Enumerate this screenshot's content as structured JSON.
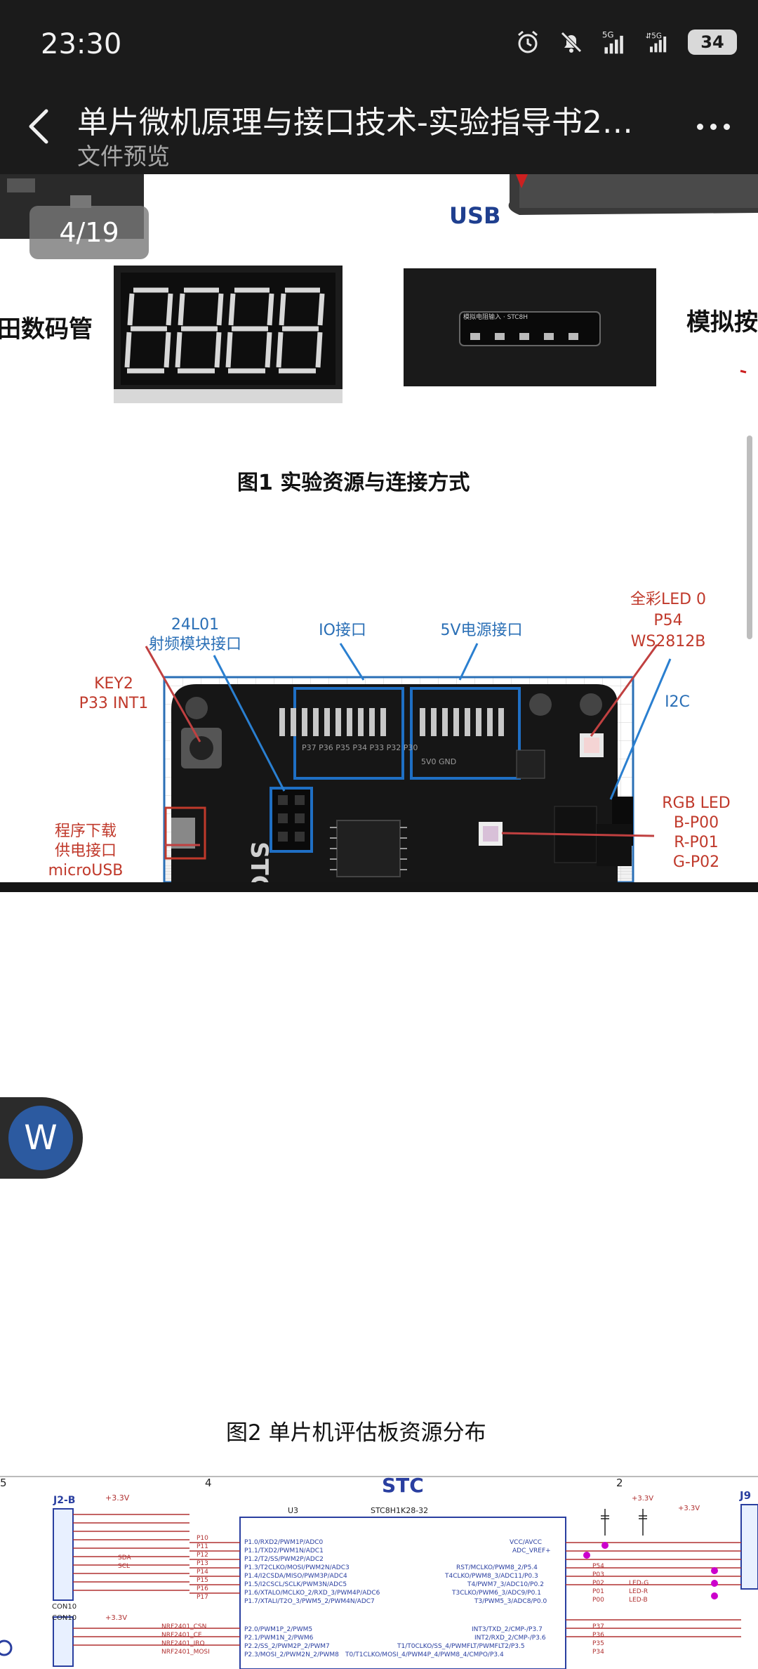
{
  "status": {
    "time": "23:30",
    "battery": "34",
    "signal1": "5G",
    "signal2": "5G"
  },
  "header": {
    "title": "单片微机原理与接口技术-实验指导书2…",
    "subtitle": "文件预览"
  },
  "document": {
    "page_indicator": "4/19",
    "fig1_labels": {
      "usb": "USB",
      "seg_left": "田数码管",
      "analog_right": "模拟按"
    },
    "fig1_caption": "图1  实验资源与连接方式",
    "board_labels": {
      "module": "24L01",
      "module2": "射频模块接口",
      "io": "IO接口",
      "power": "5V电源接口",
      "led": "全彩LED 0",
      "led2": "P54",
      "led3": "WS2812B",
      "key": "KEY2",
      "key2": "P33 INT1",
      "i2c": "I2C",
      "download": "程序下载",
      "download2": "供电接口",
      "download3": "microUSB",
      "rgb": "RGB LED",
      "rgb_b": "B-P00",
      "rgb_r": "R-P01",
      "rgb_g": "G-P02"
    },
    "fig2_caption": "图2  单片机评估板资源分布",
    "schematic": {
      "logo": "STC",
      "conn": "J2-B",
      "chip": "U3",
      "chip_part": "STC8H1K28-32",
      "pwr": "+3.3V",
      "conn10": "CON10",
      "col5": "5",
      "col4": "4",
      "col2": "2",
      "right_conn": "J9"
    }
  },
  "float_button": {
    "letter": "W"
  }
}
